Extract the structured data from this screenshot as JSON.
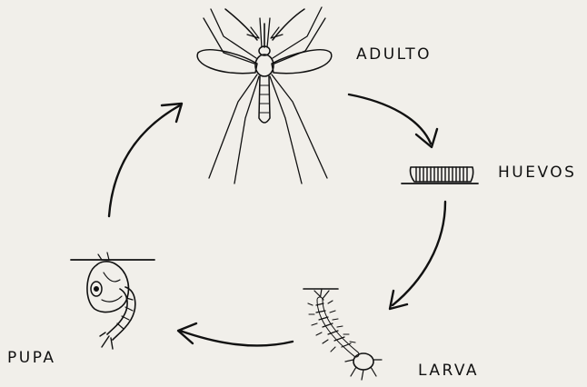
{
  "diagram": {
    "stages": {
      "adult": "ADULTO",
      "eggs": "HUEVOS",
      "larva": "LARVA",
      "pupa": "PUPA"
    },
    "cycle_order": [
      "ADULTO",
      "HUEVOS",
      "LARVA",
      "PUPA"
    ],
    "colors": {
      "ink": "#111111",
      "paper": "#f1efea"
    }
  }
}
